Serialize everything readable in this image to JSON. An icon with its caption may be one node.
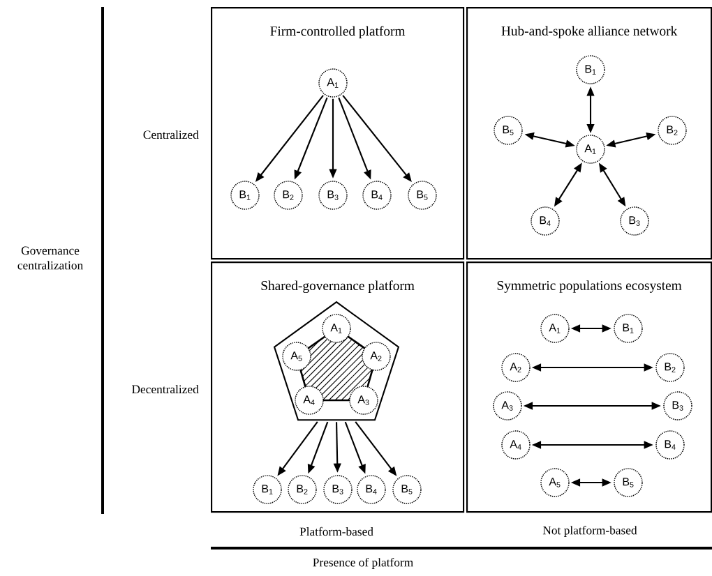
{
  "diagram": {
    "nodes": [
      {
        "text": [
          "Firm-controlled platform"
        ]
      },
      {
        "text": [
          "A$_{1}$"
        ],
        "in": 0
      },
      {
        "text": [
          "B$_{1}$"
        ],
        "in": 0
      },
      {
        "text": [
          "B$_{2}$"
        ],
        "in": 0
      },
      {
        "text": [
          "B$_{3}$"
        ],
        "in": 0
      },
      {
        "text": [
          "B$_{4}$"
        ],
        "in": 0
      },
      {
        "text": [
          "B$_{5}$"
        ],
        "in": 0
      },
      {
        "text": [
          "Hub-and-spoke alliance network"
        ]
      },
      {
        "text": [
          "B$_{1}$"
        ],
        "in": 7
      },
      {
        "text": [
          "B$_{5}$"
        ],
        "in": 7
      },
      {
        "text": [
          "A$_{1}$"
        ],
        "in": 7
      },
      {
        "text": [
          "B$_{2}$"
        ],
        "in": 7
      },
      {
        "text": [
          "B$_{4}$"
        ],
        "in": 7
      },
      {
        "text": [
          "B$_{3}$"
        ],
        "in": 7
      },
      {
        "text": [
          "Shared-governance platform"
        ]
      },
      {
        "text": [],
        "shape": "pentagon",
        "in": 14
      },
      {
        "text": [
          "A$_{1}$"
        ],
        "in": 15
      },
      {
        "text": [
          "A$_{5}$"
        ],
        "in": 15
      },
      {
        "text": [
          "A$_{2}$"
        ],
        "in": 15
      },
      {
        "text": [
          "A$_{4}$"
        ],
        "in": 15
      },
      {
        "text": [
          "A$_{3}$"
        ],
        "in": 15
      },
      {
        "text": [
          "B$_{1}$"
        ],
        "in": 14
      },
      {
        "text": [
          "B$_{2}$"
        ],
        "in": 14
      },
      {
        "text": [
          "B$_{3}$"
        ],
        "in": 14
      },
      {
        "text": [
          "B$_{4}$"
        ],
        "in": 14
      },
      {
        "text": [
          "B$_{5}$"
        ],
        "in": 14
      },
      {
        "text": [
          "Symmetric populations ecosystem"
        ]
      },
      {
        "text": [
          "A$_{1}$"
        ],
        "in": 26
      },
      {
        "text": [
          "B$_{1}$"
        ],
        "in": 26
      },
      {
        "text": [
          "A$_{2}$"
        ],
        "in": 26
      },
      {
        "text": [
          "B$_{2}$"
        ],
        "in": 26
      },
      {
        "text": [
          "A$_{3}$"
        ],
        "in": 26
      },
      {
        "text": [
          "B$_{3}$"
        ],
        "in": 26
      },
      {
        "text": [
          "A$_{4}$"
        ],
        "in": 26
      },
      {
        "text": [
          "B$_{4}$"
        ],
        "in": 26
      },
      {
        "text": [
          "A$_{5}$"
        ],
        "in": 26
      },
      {
        "text": [
          "B$_{5}$"
        ],
        "in": 26
      }
    ],
    "edges": [
      {
        "from": 1,
        "to": 2,
        "arrow": "to"
      },
      {
        "from": 1,
        "to": 3,
        "arrow": "to"
      },
      {
        "from": 1,
        "to": 4,
        "arrow": "to"
      },
      {
        "from": 1,
        "to": 5,
        "arrow": "to"
      },
      {
        "from": 1,
        "to": 6,
        "arrow": "to"
      },
      {
        "from": 10,
        "to": 8,
        "arrow": "both"
      },
      {
        "from": 10,
        "to": 11,
        "arrow": "both"
      },
      {
        "from": 10,
        "to": 13,
        "arrow": "both"
      },
      {
        "from": 10,
        "to": 12,
        "arrow": "both"
      },
      {
        "from": 10,
        "to": 9,
        "arrow": "both"
      },
      {
        "from": 15,
        "to": 21,
        "arrow": "to"
      },
      {
        "from": 15,
        "to": 22,
        "arrow": "to"
      },
      {
        "from": 15,
        "to": 23,
        "arrow": "to"
      },
      {
        "from": 15,
        "to": 24,
        "arrow": "to"
      },
      {
        "from": 15,
        "to": 25,
        "arrow": "to"
      },
      {
        "from": 27,
        "to": 28,
        "arrow": "both"
      },
      {
        "from": 29,
        "to": 30,
        "arrow": "both"
      },
      {
        "from": 31,
        "to": 32,
        "arrow": "both"
      },
      {
        "from": 33,
        "to": 34,
        "arrow": "both"
      },
      {
        "from": 35,
        "to": 36,
        "arrow": "both"
      }
    ],
    "labels": [
      "Centralized",
      "Governance centralization",
      "Decentralized",
      "Platform-based",
      "Not platform-based",
      "Presence of platform"
    ]
  }
}
